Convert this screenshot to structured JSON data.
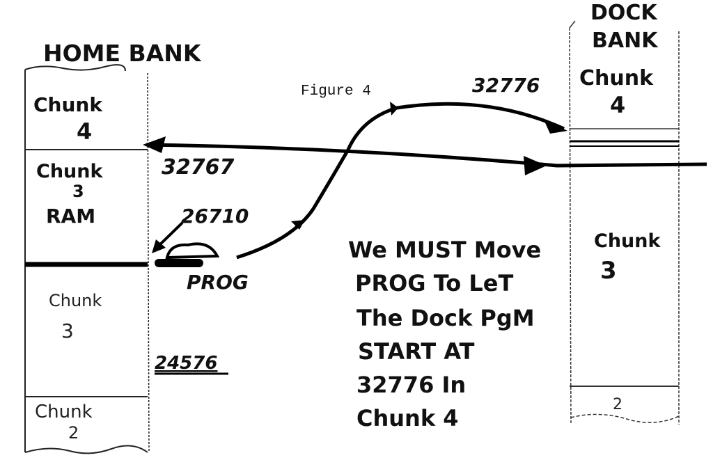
{
  "title": "Figure 4",
  "home_bank": {
    "heading": "HOME BANK",
    "chunk4": [
      "Chunk",
      "4"
    ],
    "chunk3_ram": [
      "Chunk",
      "3",
      "RAM"
    ],
    "chunk3": [
      "Chunk",
      "3"
    ],
    "chunk2": [
      "Chunk",
      "2"
    ]
  },
  "dock_bank": {
    "heading": [
      "DOCK",
      "BANK"
    ],
    "chunk4": [
      "Chunk",
      "4"
    ],
    "chunk3": [
      "Chunk",
      "3"
    ],
    "chunk2": "2"
  },
  "addresses": {
    "a32776": "32776",
    "a32767": "32767",
    "a26710": "26710",
    "a24576": "24576"
  },
  "prog_label": "PROG",
  "note": [
    "We MUST Move",
    "PROG To LeT",
    "The Dock PgM",
    "START AT",
    "32776 In",
    "Chunk 4"
  ],
  "colors": {
    "ink": "#111111",
    "paper": "#ffffff"
  }
}
